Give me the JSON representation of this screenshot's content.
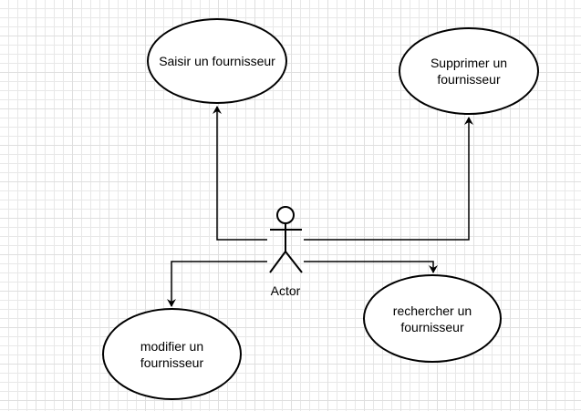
{
  "actor": {
    "label": "Actor"
  },
  "use_cases": {
    "saisir": "Saisir un fournisseur",
    "supprimer": "Supprimer un fournisseur",
    "rechercher": "rechercher un fournisseur",
    "modifier": "modifier un fournisseur"
  },
  "colors": {
    "stroke": "#000000",
    "background": "#ffffff",
    "grid": "#e8e8e8"
  }
}
